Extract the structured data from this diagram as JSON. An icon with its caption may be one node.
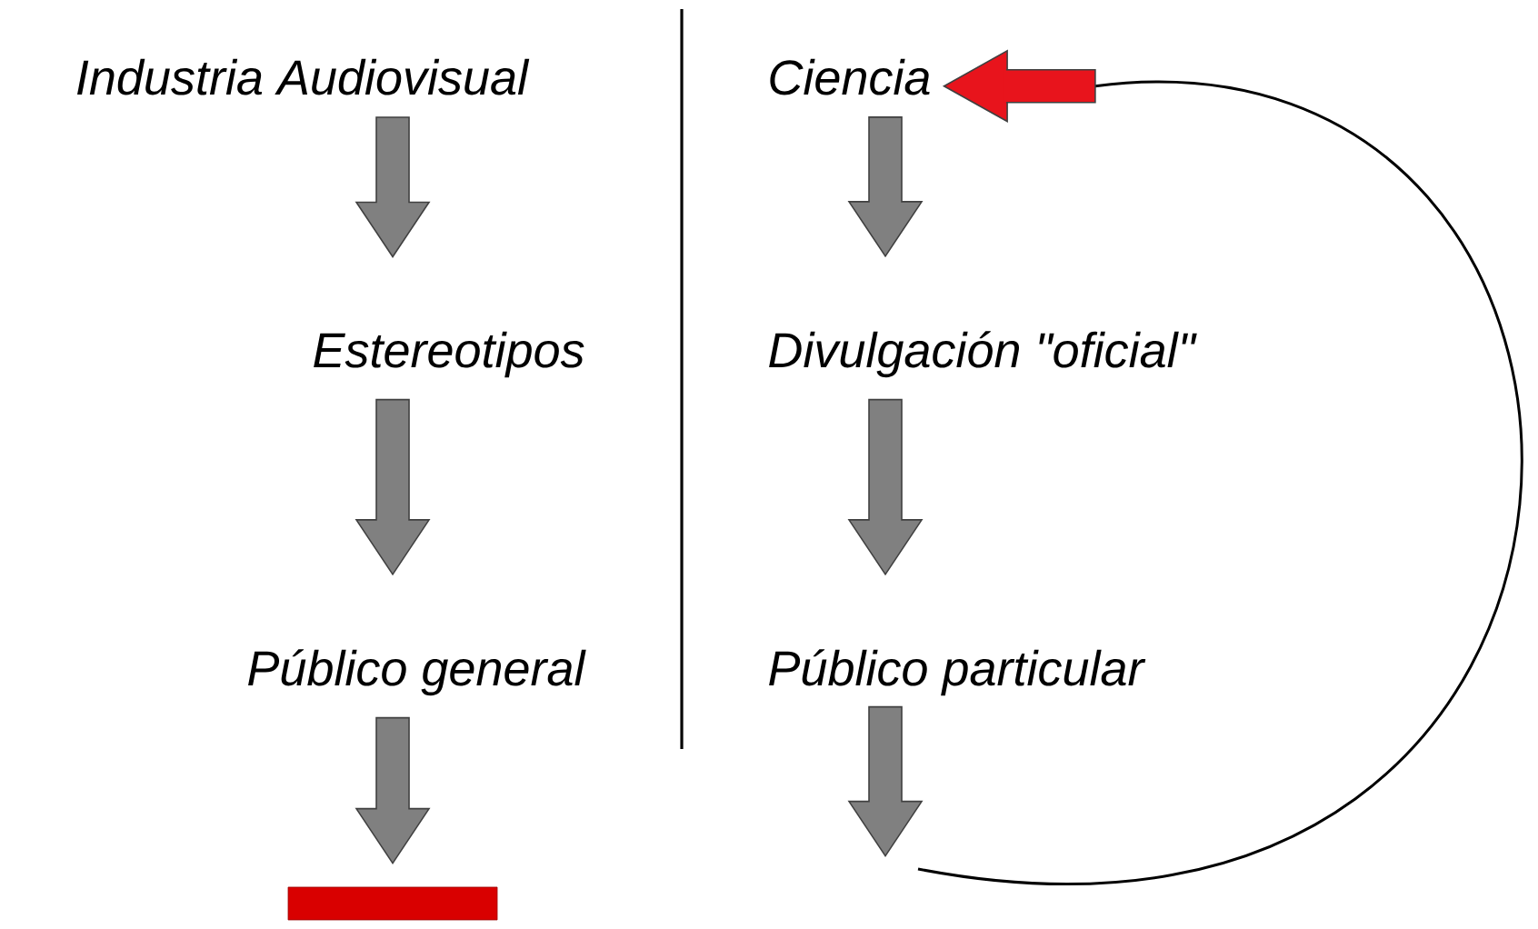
{
  "diagram": {
    "nodes": [
      {
        "text": [
          "Industria Audiovisual"
        ]
      },
      {
        "text": [
          "Estereotipos"
        ]
      },
      {
        "text": [
          "Público general"
        ]
      },
      {
        "text": [],
        "shape": "bar"
      },
      {
        "text": [
          "Ciencia"
        ]
      },
      {
        "text": [
          "Divulgación \"oficial\""
        ]
      },
      {
        "text": [
          "Público particular"
        ]
      }
    ],
    "edges": [
      {
        "from": 0,
        "to": 1,
        "arrow": "to"
      },
      {
        "from": 1,
        "to": 2,
        "arrow": "to"
      },
      {
        "from": 2,
        "to": 3,
        "arrow": "to"
      },
      {
        "from": 4,
        "to": 5,
        "arrow": "to"
      },
      {
        "from": 5,
        "to": 6,
        "arrow": "to"
      },
      {
        "from": 6,
        "to": null,
        "arrow": "to"
      },
      {
        "from": null,
        "to": 4,
        "arrow": "to"
      }
    ]
  }
}
